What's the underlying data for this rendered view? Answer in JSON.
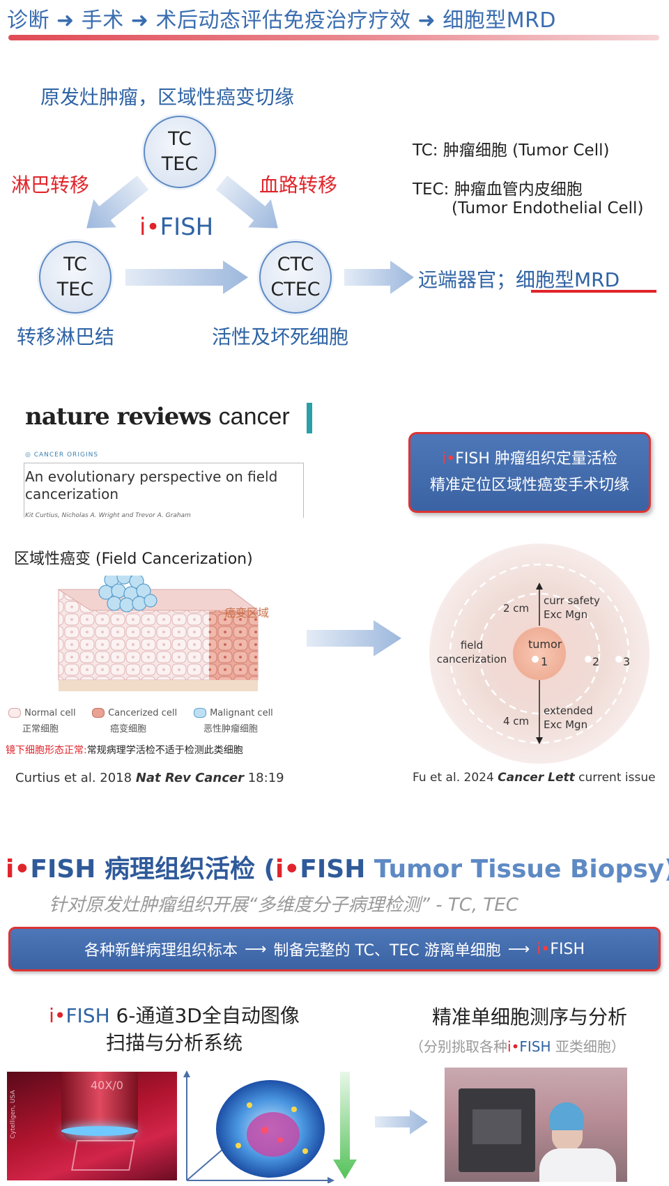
{
  "header": {
    "step1": "诊断",
    "step2": "手术",
    "step3": "术后动态评估免疫治疗疗效",
    "step4": "细胞型MRD"
  },
  "diagram": {
    "top_label": "原发灶肿瘤，区域性癌变切缘",
    "top_circle": {
      "l1": "TC",
      "l2": "TEC"
    },
    "left_circle": {
      "l1": "TC",
      "l2": "TEC"
    },
    "right_circle": {
      "l1": "CTC",
      "l2": "CTEC"
    },
    "lymph_label": "淋巴转移",
    "blood_label": "血路转移",
    "ifish_i": "i",
    "ifish_rest": "FISH",
    "left_caption": "转移淋巴结",
    "right_caption": "活性及坏死细胞",
    "distant_prefix": "远端器官；",
    "distant_mrd": "细胞型MRD",
    "def_tc": "TC: 肿瘤细胞  (Tumor Cell)",
    "def_tec_1": "TEC: 肿瘤血管内皮细胞",
    "def_tec_2": "(Tumor Endothelial Cell)"
  },
  "article": {
    "journal_bold": "nature reviews",
    "journal_light": "cancer",
    "section": "CANCER ORIGINS",
    "title": "An evolutionary perspective on field cancerization",
    "authors": "Kit Curtius, Nicholas A. Wright and Trevor A. Graham"
  },
  "callout": {
    "line1_i": "i",
    "line1_rest": "FISH 肿瘤组织定量活检",
    "line2": "精准定位区域性癌变手术切缘"
  },
  "field": {
    "title": "区域性癌变  (Field  Cancerization)",
    "zone_label": "癌变区域",
    "legend": [
      {
        "en": "Normal cell",
        "zh": "正常细胞"
      },
      {
        "en": "Cancerized cell",
        "zh": "癌变细胞"
      },
      {
        "en": "Malignant cell",
        "zh": "恶性肿瘤细胞"
      }
    ],
    "note_red": "镜下细胞形态正常:",
    "note_rest": "常规病理学活检不适于检测此类细胞",
    "cite_pre": "Curtius et al. 2018 ",
    "cite_journal": "Nat Rev Cancer",
    "cite_post": " 18:19"
  },
  "margin_diagram": {
    "tumor": "tumor",
    "n1": "1",
    "n2": "2",
    "n3": "3",
    "d1": "2 cm",
    "d2": "4 cm",
    "curr": "curr safety",
    "curr2": "Exc Mgn",
    "ext": "extended",
    "ext2": "Exc Mgn",
    "field": "field",
    "field2": "cancerization",
    "cite_pre": "Fu et al. 2024 ",
    "cite_journal": "Cancer Lett",
    "cite_post": " current issue"
  },
  "biopsy": {
    "title_i": "i",
    "title_fish": "FISH",
    "title_zh": " 病理组织活检 (",
    "title_i2": "i",
    "title_fish2": "FISH",
    "title_en": " Tumor Tissue Biopsy)",
    "subtitle": "针对原发灶肿瘤组织开展“多维度分子病理检测” - TC, TEC",
    "banner_1": "各种新鲜病理组织标本",
    "banner_2": "制备完整的 TC、TEC 游离单细胞",
    "banner_i": "i",
    "banner_fish": "FISH"
  },
  "systems": {
    "left_i": "i",
    "left_fish": "FISH",
    "left_l1": " 6-通道3D全自动图像",
    "left_l2": "扫描与分析系统",
    "right_l1": "精准单细胞测序与分析",
    "right_l2_pre": "（分别挑取各种",
    "right_l2_i": "i",
    "right_l2_fish": "FISH",
    "right_l2_post": " 亚类细胞）",
    "lens_text": "40X/0",
    "slide_text": "Cytelligen, USA"
  },
  "colors": {
    "accent_blue": "#2f63a4",
    "accent_red": "#e0242b",
    "callout_fill": "#3b63a3"
  }
}
